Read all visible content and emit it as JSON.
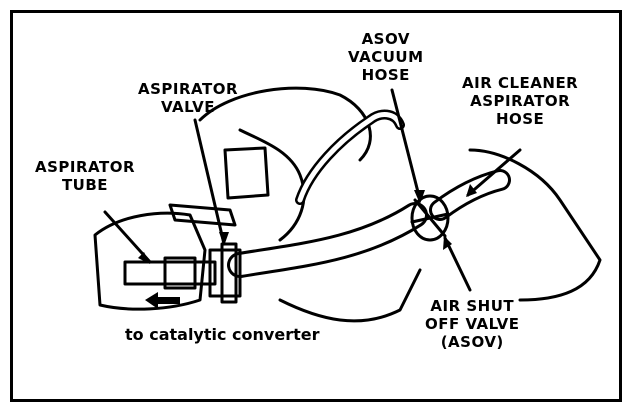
{
  "labels": {
    "aspirator_tube": [
      "ASPIRATOR",
      "TUBE"
    ],
    "aspirator_valve": [
      "ASPIRATOR",
      "VALVE"
    ],
    "asov_vacuum_hose": [
      "ASOV",
      "VACUUM",
      "HOSE"
    ],
    "air_cleaner_aspirator_hose": [
      "AIR CLEANER",
      "ASPIRATOR",
      "HOSE"
    ],
    "air_shut_off_valve": [
      "AIR SHUT",
      "OFF VALVE",
      "(ASOV)"
    ]
  },
  "caption": "to catalytic converter",
  "colors": {
    "ink": "#000000",
    "paper": "#ffffff"
  }
}
